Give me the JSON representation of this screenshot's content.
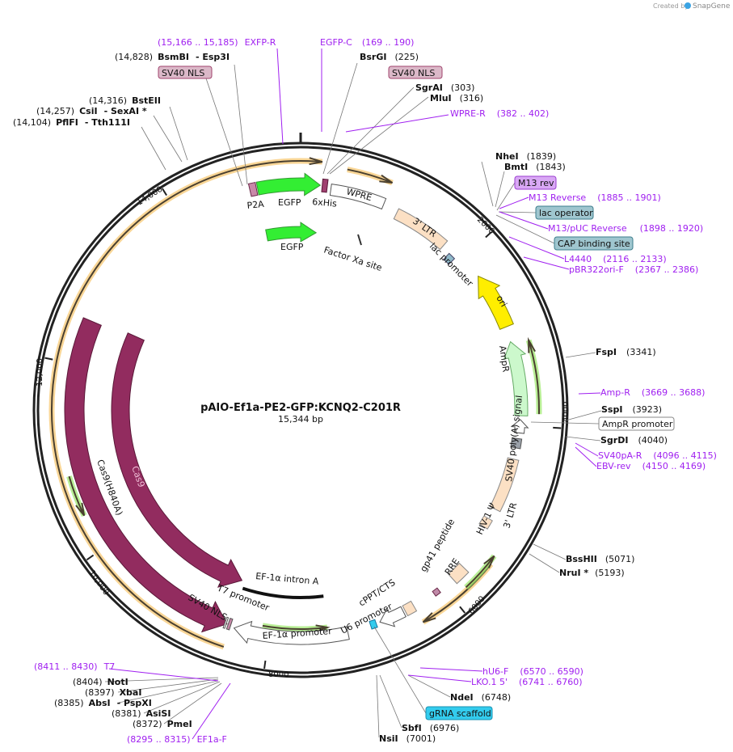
{
  "created_by": "Created by",
  "brand": "SnapGene",
  "plasmid": {
    "name": "pAIO-Ef1a-PE2-GFP:KCNQ2-C201R",
    "length": "15,344 bp"
  },
  "ticks": [
    "14,000",
    "2000",
    "4000",
    "6000",
    "8000",
    "10,000",
    "12,000"
  ],
  "enzymes": [
    {
      "pos": "(14,828)",
      "name": "BsmBI",
      "name2": "- Esp3I"
    },
    {
      "pos": "(225)",
      "name": "BsrGI"
    },
    {
      "pos": "(303)",
      "name": "SgrAI"
    },
    {
      "pos": "(316)",
      "name": "MluI"
    },
    {
      "pos": "(14,316)",
      "name": "BstEII"
    },
    {
      "pos": "(14,257)",
      "name": "CsiI",
      "name2": "- SexAI *"
    },
    {
      "pos": "(14,104)",
      "name": "PflFI",
      "name2": "- Tth111I"
    },
    {
      "pos": "(1839)",
      "name": "NheI"
    },
    {
      "pos": "(1843)",
      "name": "BmtI"
    },
    {
      "pos": "(3341)",
      "name": "FspI"
    },
    {
      "pos": "(3923)",
      "name": "SspI"
    },
    {
      "pos": "(4040)",
      "name": "SgrDI"
    },
    {
      "pos": "(5071)",
      "name": "BssHII"
    },
    {
      "pos": "(5193)",
      "name": "NruI *"
    },
    {
      "pos": "(6748)",
      "name": "NdeI"
    },
    {
      "pos": "(6976)",
      "name": "SbfI"
    },
    {
      "pos": "(7001)",
      "name": "NsiI"
    },
    {
      "pos": "(8404)",
      "name": "NotI"
    },
    {
      "pos": "(8397)",
      "name": "XbaI"
    },
    {
      "pos": "(8385)",
      "name": "AbsI",
      "name2": "- PspXI"
    },
    {
      "pos": "(8381)",
      "name": "AsiSI"
    },
    {
      "pos": "(8372)",
      "name": "PmeI"
    }
  ],
  "primers": [
    {
      "name": "EXFP-R",
      "range": "(15,166 .. 15,185)"
    },
    {
      "name": "EGFP-C",
      "range": "(169 .. 190)"
    },
    {
      "name": "WPRE-R",
      "range": "(382 .. 402)"
    },
    {
      "name": "M13 Reverse",
      "range": "(1885 .. 1901)"
    },
    {
      "name": "M13/pUC Reverse",
      "range": "(1898 .. 1920)"
    },
    {
      "name": "L4440",
      "range": "(2116 .. 2133)"
    },
    {
      "name": "pBR322ori-F",
      "range": "(2367 .. 2386)"
    },
    {
      "name": "Amp-R",
      "range": "(3669 .. 3688)"
    },
    {
      "name": "SV40pA-R",
      "range": "(4096 .. 4115)"
    },
    {
      "name": "EBV-rev",
      "range": "(4150 .. 4169)"
    },
    {
      "name": "hU6-F",
      "range": "(6570 .. 6590)"
    },
    {
      "name": "LKO.1 5'",
      "range": "(6741 .. 6760)"
    },
    {
      "name": "T7",
      "range": "(8411 .. 8430)"
    },
    {
      "name": "EF1a-F",
      "range": "(8295 .. 8315)"
    }
  ],
  "boxed_features": [
    {
      "label": "SV40 NLS",
      "color": "#dbb8c8"
    },
    {
      "label": "SV40 NLS",
      "color": "#dbb8c8"
    },
    {
      "label": "M13 rev",
      "color": "#d9a8f5"
    },
    {
      "label": "lac operator",
      "color": "#9fc6cf"
    },
    {
      "label": "CAP binding site",
      "color": "#9fc6cf"
    },
    {
      "label": "AmpR promoter",
      "color": "#ffffff"
    },
    {
      "label": "gRNA scaffold",
      "color": "#33ccee"
    }
  ],
  "feature_labels": {
    "p2a": "P2A",
    "egfp1": "EGFP",
    "his": "6xHis",
    "wpre": "WPRE",
    "egfp2": "EGFP",
    "factor_xa": "Factor Xa site",
    "ltr_top": "3' LTR",
    "lac_promoter": "lac promoter",
    "ori": "ori",
    "ampr": "AmpR",
    "sv40_polya": "SV40 poly(A) signal",
    "ltr_bottom": "3' LTR",
    "hiv": "HIV-1 Ψ",
    "gp41": "gp41 peptide",
    "rre": "RRE",
    "cppt": "cPPT/CTS",
    "u6": "U6 promoter",
    "ef1a_promoter": "EF-1α promoter",
    "ef1a_intron": "EF-1α intron A",
    "t7_promoter": "T7 promoter",
    "sv40_nls": "SV40 NLS",
    "cas9_h840a": "Cas9(H840A)",
    "cas9": "Cas9"
  }
}
